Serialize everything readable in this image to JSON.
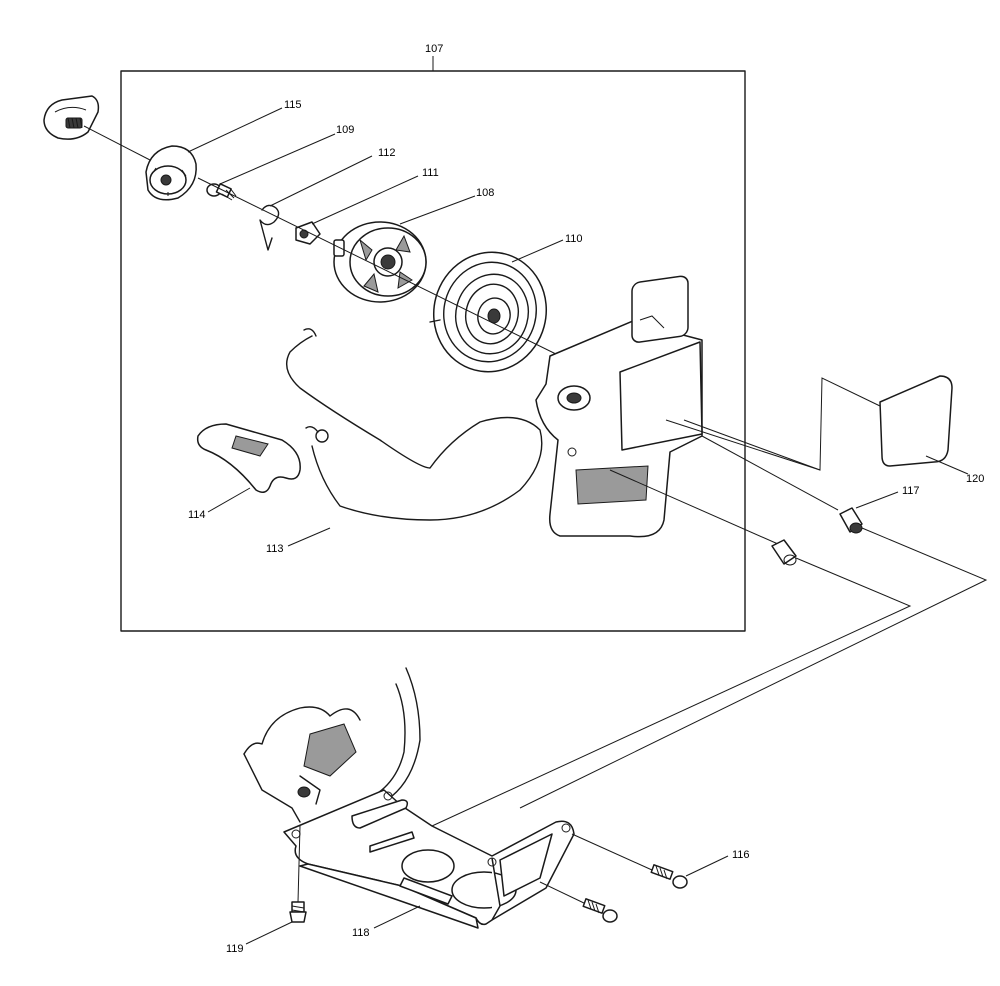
{
  "callouts": {
    "c107": "107",
    "c108": "108",
    "c109": "109",
    "c110": "110",
    "c111": "111",
    "c112": "112",
    "c113": "113",
    "c114": "114",
    "c115": "115",
    "c116": "116",
    "c117": "117",
    "c118": "118",
    "c119": "119",
    "c120": "120"
  }
}
